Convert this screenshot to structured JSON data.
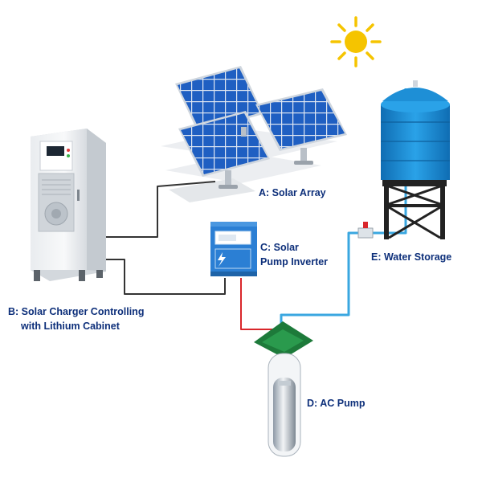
{
  "labels": {
    "solar_array": "A: Solar Array",
    "charger_line1": "B: Solar Charger Controlling",
    "charger_line2": "with Lithium Cabinet",
    "inverter_line1": "C: Solar",
    "inverter_line2": "Pump Inverter",
    "pump": "D: AC Pump",
    "water_storage": "E: Water Storage"
  },
  "colors": {
    "label_text": "#0d2f7a",
    "sun": "#f5c400",
    "panel_cell": "#1f5fc2",
    "panel_frame": "#cfd6de",
    "cable_dark": "#333333",
    "cable_red": "#d9262b",
    "water_pipe": "#3aa7e0",
    "tank": "#1e8fd6",
    "tower": "#222222",
    "inverter": "#2b7fd4",
    "pump_board": "#1d7a3a"
  },
  "icons": {
    "sun": "sun-icon",
    "lightning": "lightning-icon"
  }
}
